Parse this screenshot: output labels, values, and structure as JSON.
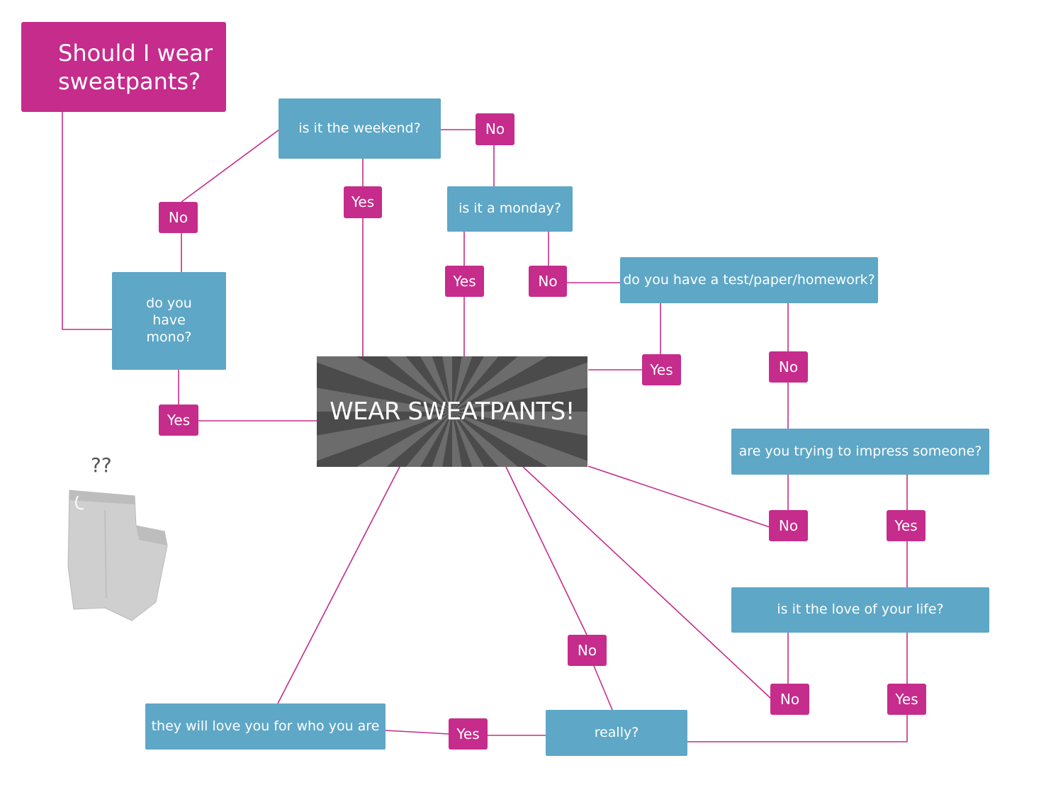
{
  "title": "Should I wear sweatpants?",
  "result": "WEAR SWEATPANTS!",
  "questions": {
    "weekend": "is it the weekend?",
    "monday": "is it a monday?",
    "mono": "do you have mono?",
    "test": "do you have a test/paper/homework?",
    "impress": "are you trying to impress someone?",
    "love": "is it the love of your life?",
    "really": "really?",
    "loveyou": "they will love you for who you are"
  },
  "answers": {
    "weekend_no": "No",
    "weekend_yes": "Yes",
    "to_mono_no": "No",
    "monday_yes": "Yes",
    "monday_no": "No",
    "mono_yes": "Yes",
    "test_yes": "Yes",
    "test_no": "No",
    "impress_no": "No",
    "impress_yes": "Yes",
    "love_no": "No",
    "love_yes": "Yes",
    "result_no": "No",
    "really_yes": "Yes"
  },
  "decoration": "??",
  "colors": {
    "question": "#5ea7c6",
    "answer": "#c52c8b",
    "connector": "#c52c8b",
    "result": "#5a5a5a"
  }
}
